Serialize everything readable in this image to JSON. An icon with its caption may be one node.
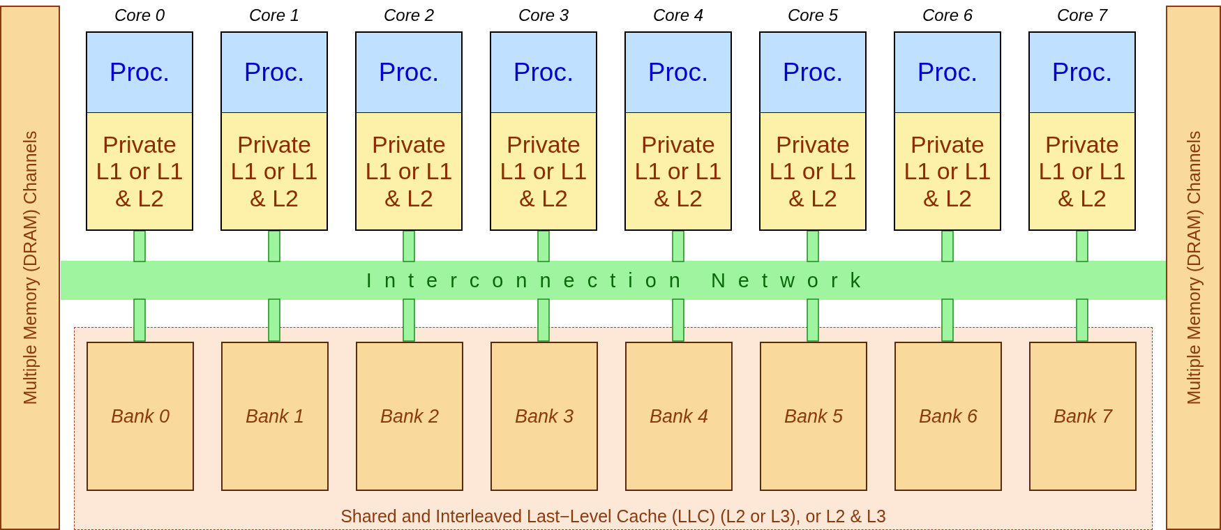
{
  "diagram": {
    "nodes": [
      {
        "text": [
          "Multiple Memory (DRAM) Channels"
        ]
      },
      {
        "text": [
          "Core 0"
        ]
      },
      {
        "text": [
          "Proc."
        ],
        "in": 1
      },
      {
        "text": [
          "Private L1 or L1 & L2"
        ],
        "in": 1
      },
      {
        "text": [
          "Core 1"
        ]
      },
      {
        "text": [
          "Proc."
        ],
        "in": 4
      },
      {
        "text": [
          "Private L1 or L1 & L2"
        ],
        "in": 4
      },
      {
        "text": [
          "Core 2"
        ]
      },
      {
        "text": [
          "Proc."
        ],
        "in": 7
      },
      {
        "text": [
          "Private L1 or L1 & L2"
        ],
        "in": 7
      },
      {
        "text": [
          "Core 3"
        ]
      },
      {
        "text": [
          "Proc."
        ],
        "in": 10
      },
      {
        "text": [
          "Private L1 or L1 & L2"
        ],
        "in": 10
      },
      {
        "text": [
          "Core 4"
        ]
      },
      {
        "text": [
          "Proc."
        ],
        "in": 13
      },
      {
        "text": [
          "Private L1 or L1 & L2"
        ],
        "in": 13
      },
      {
        "text": [
          "Core 5"
        ]
      },
      {
        "text": [
          "Proc."
        ],
        "in": 16
      },
      {
        "text": [
          "Private L1 or L1 & L2"
        ],
        "in": 16
      },
      {
        "text": [
          "Core 6"
        ]
      },
      {
        "text": [
          "Proc."
        ],
        "in": 19
      },
      {
        "text": [
          "Private L1 or L1 & L2"
        ],
        "in": 19
      },
      {
        "text": [
          "Core 7"
        ]
      },
      {
        "text": [
          "Proc."
        ],
        "in": 22
      },
      {
        "text": [
          "Private L1 or L1 & L2"
        ],
        "in": 22
      },
      {
        "text": [
          "Interconnection Network"
        ]
      },
      {
        "text": [
          "Shared and Interleaved Last−Level Cache (LLC) (L2 or L3), or L2 & L3"
        ]
      },
      {
        "text": [
          "Bank 0"
        ],
        "in": 26
      },
      {
        "text": [
          "Bank 1"
        ],
        "in": 26
      },
      {
        "text": [
          "Bank 2"
        ],
        "in": 26
      },
      {
        "text": [
          "Bank 3"
        ],
        "in": 26
      },
      {
        "text": [
          "Bank 4"
        ],
        "in": 26
      },
      {
        "text": [
          "Bank 5"
        ],
        "in": 26
      },
      {
        "text": [
          "Bank 6"
        ],
        "in": 26
      },
      {
        "text": [
          "Bank 7"
        ],
        "in": 26
      },
      {
        "text": [
          "Multiple Memory (DRAM) Channels"
        ]
      }
    ],
    "edges": [
      {
        "from": 3,
        "to": 25,
        "arrow": "none"
      },
      {
        "from": 6,
        "to": 25,
        "arrow": "none"
      },
      {
        "from": 9,
        "to": 25,
        "arrow": "none"
      },
      {
        "from": 12,
        "to": 25,
        "arrow": "none"
      },
      {
        "from": 15,
        "to": 25,
        "arrow": "none"
      },
      {
        "from": 18,
        "to": 25,
        "arrow": "none"
      },
      {
        "from": 21,
        "to": 25,
        "arrow": "none"
      },
      {
        "from": 24,
        "to": 25,
        "arrow": "none"
      },
      {
        "from": 25,
        "to": 27,
        "arrow": "none"
      },
      {
        "from": 25,
        "to": 28,
        "arrow": "none"
      },
      {
        "from": 25,
        "to": 29,
        "arrow": "none"
      },
      {
        "from": 25,
        "to": 30,
        "arrow": "none"
      },
      {
        "from": 25,
        "to": 31,
        "arrow": "none"
      },
      {
        "from": 25,
        "to": 32,
        "arrow": "none"
      },
      {
        "from": 25,
        "to": 33,
        "arrow": "none"
      },
      {
        "from": 25,
        "to": 34,
        "arrow": "none"
      }
    ]
  }
}
